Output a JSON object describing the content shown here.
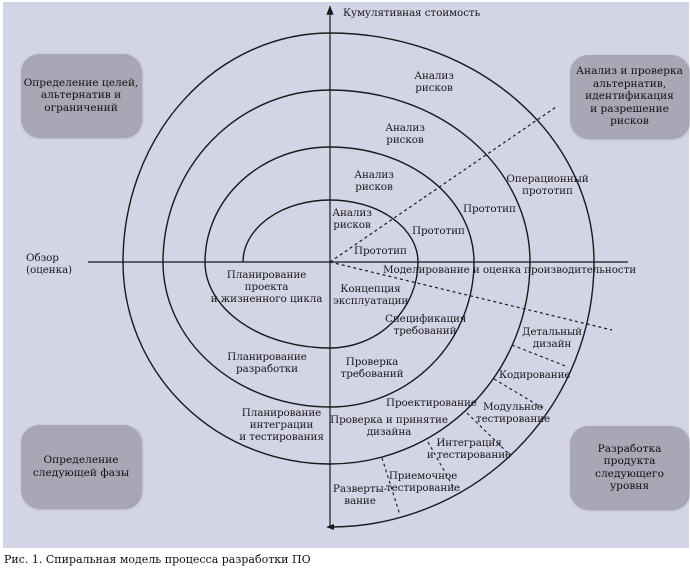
{
  "figure": {
    "caption": "Рис. 1. Спиральная модель процесса разработки ПО",
    "colors": {
      "background": "#d3d4e6",
      "box": "#a9a6b6",
      "line": "#1a1a1a"
    }
  },
  "axes": {
    "vertical_label": "Кумулятивная стоимость",
    "horizontal_label_left": "Обзор\n(оценка)"
  },
  "quadrant_boxes": {
    "top_left": "Определение целей,\nальтернатив и\nограничений",
    "top_right": "Анализ и проверка\nальтернатив,\nидентификация\nи разрешение\nрисков",
    "bottom_left": "Определение\nследующей фазы",
    "bottom_right": "Разработка\nпродукта\nследующего\nуровня"
  },
  "labels": {
    "risk_analysis_4": "Анализ\nрисков",
    "risk_analysis_3": "Анализ\nрисков",
    "risk_analysis_2": "Анализ\nрисков",
    "risk_analysis_1": "Анализ\nрисков",
    "prototype_1": "Прототип",
    "prototype_2": "Прототип",
    "prototype_3": "Прототип",
    "operational_prototype": "Операционный\nпрототип",
    "modeling": "Моделирование и оценка производительности",
    "project_planning": "Планирование проекта\nи жизненного цикла",
    "operation_concept": "Концепция\nэксплуатации",
    "requirements_spec": "Спецификация\nтребований",
    "requirements_check": "Проверка\nтребований",
    "dev_planning": "Планирование\nразработки",
    "design": "Проектирование",
    "design_review": "Проверка и принятие\nдизайна",
    "integration_planning": "Планирование\nинтеграции\nи тестирования",
    "detailed_design": "Детальный\nдизайн",
    "coding": "Кодирование",
    "unit_testing": "Модульное\nтестирование",
    "integration_testing": "Интеграция\nи тестирование",
    "acceptance_testing": "Приемочное\nтестирование",
    "deployment": "Разверты-\nвание"
  }
}
